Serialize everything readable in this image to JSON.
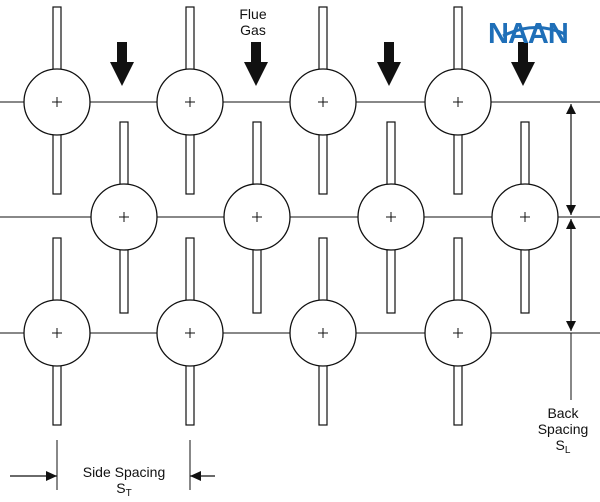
{
  "labels": {
    "flow_line1": "Flue",
    "flow_line2": "Gas",
    "back_line1": "Back",
    "back_line2": "Spacing",
    "back_symbol": "S",
    "back_sub": "L",
    "side_line1": "Side Spacing",
    "side_symbol": "S",
    "side_sub": "T"
  },
  "logo": {
    "text": "NAAN",
    "color": "#1f6fb8"
  },
  "colors": {
    "stroke": "#111111",
    "background": "#ffffff"
  },
  "diagram": {
    "rows": 3,
    "tubes_per_row": 4,
    "arrangement": "staggered",
    "flow_direction": "down"
  }
}
